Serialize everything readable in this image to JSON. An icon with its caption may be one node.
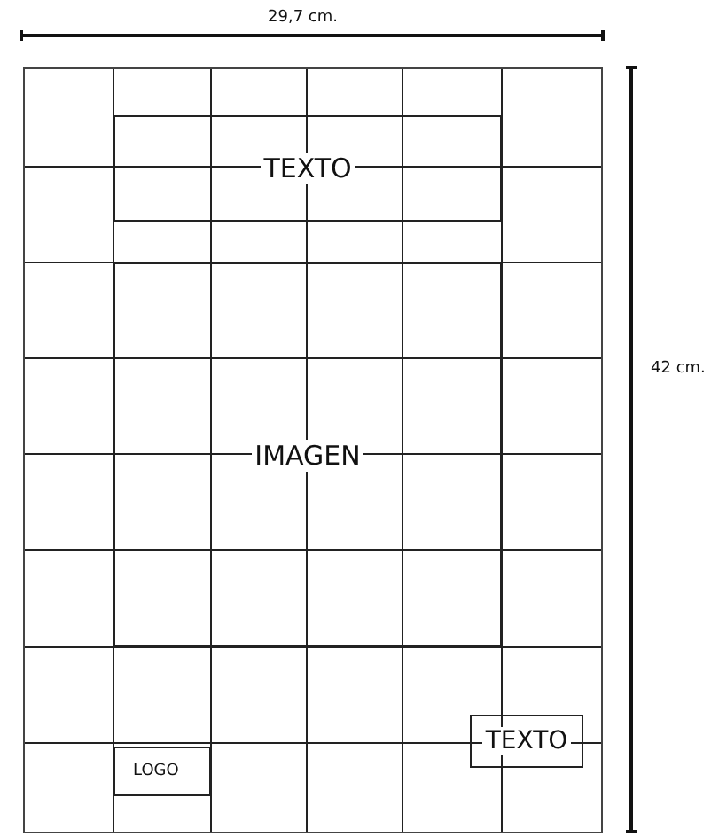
{
  "diagram": {
    "nodes": [
      {
        "text": [],
        "shape": "box"
      },
      {
        "text": [
          "TEXTO"
        ],
        "in": 0
      },
      {
        "text": [
          "IMAGEN"
        ],
        "in": 0
      },
      {
        "text": [
          "LOGO"
        ],
        "in": 0
      },
      {
        "text": [
          "TEXTO"
        ],
        "in": 0
      }
    ],
    "labels": [
      "29,7 cm.",
      "42 cm."
    ]
  }
}
